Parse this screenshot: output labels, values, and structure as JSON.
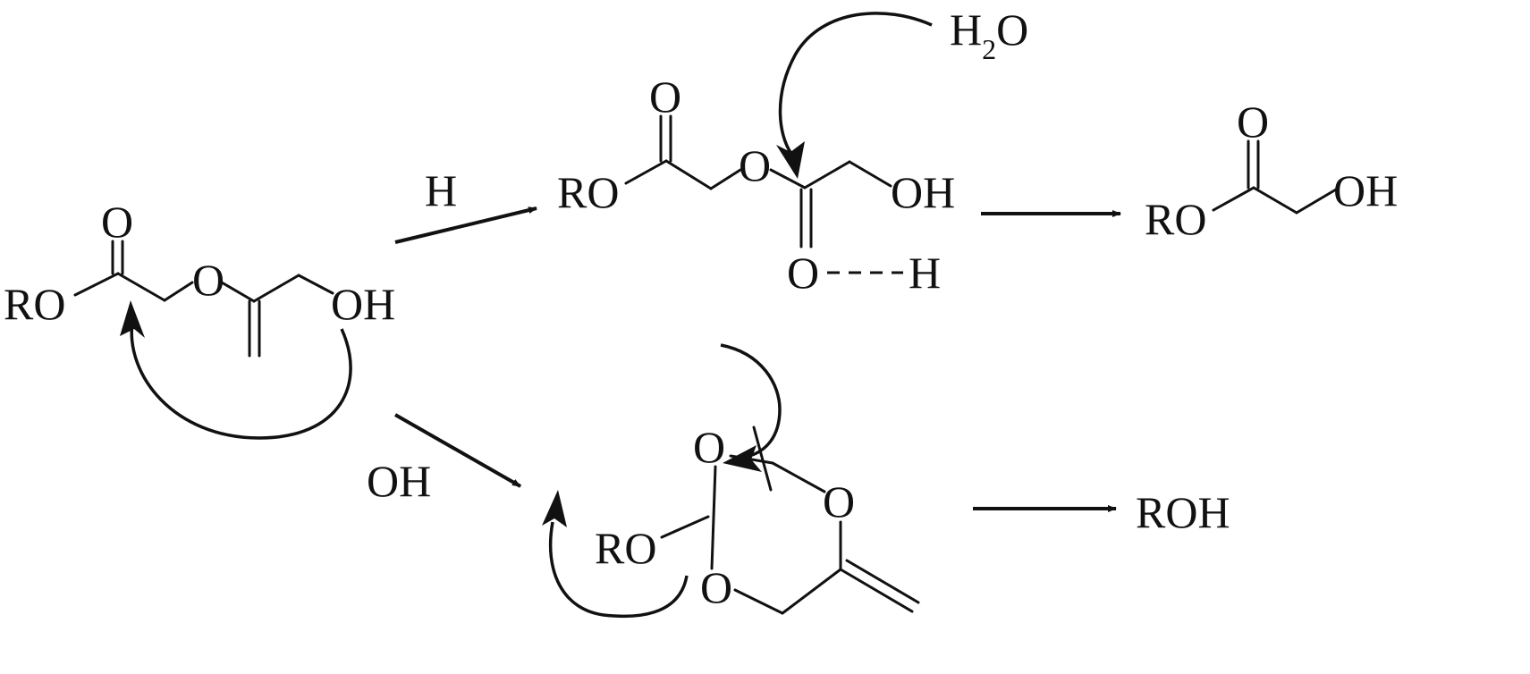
{
  "reagents": {
    "acid": "H",
    "base": "OH",
    "water_main": "H",
    "water_sub": "2",
    "water_tail": "O"
  },
  "start_molecule": {
    "ro": "RO",
    "carbonyl_o": "O",
    "ether_o": "O",
    "hydroxyl": "OH"
  },
  "acid_intermediate": {
    "ro": "RO",
    "carbonyl_o": "O",
    "ether_o": "O",
    "hydroxyl": "OH",
    "protonated_o": "O",
    "proton": "H"
  },
  "acid_product": {
    "ro": "RO",
    "carbonyl_o": "O",
    "hydroxyl": "OH"
  },
  "base_intermediate": {
    "ring_o_top_left": "O",
    "ring_o_right": "O",
    "ring_o_bottom": "O",
    "ro": "RO"
  },
  "base_product": {
    "label": "ROH"
  }
}
